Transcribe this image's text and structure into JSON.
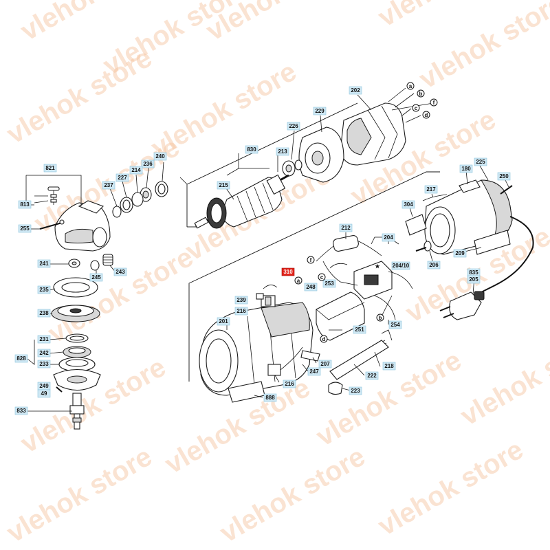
{
  "watermark_text": "vlehok store",
  "labels": {
    "l202": "202",
    "l229": "229",
    "l226": "226",
    "l830": "830",
    "l213": "213",
    "l215": "215",
    "l240": "240",
    "l236": "236",
    "l214": "214",
    "l227": "227",
    "l237": "237",
    "l821": "821",
    "l813": "813",
    "l255": "255",
    "l241": "241",
    "l245": "245",
    "l243": "243",
    "l235": "235",
    "l238": "238",
    "l231": "231",
    "l828": "828",
    "l242": "242",
    "l233": "233",
    "l249": "249",
    "l49": "49",
    "l833": "833",
    "l212": "212",
    "l310": "310",
    "l248": "248",
    "l239": "239",
    "l216a": "216",
    "l253": "253",
    "l204": "204",
    "l20410": "204/10",
    "l206": "206",
    "l201": "201",
    "l251": "251",
    "l254": "254",
    "l207": "207",
    "l247": "247",
    "l216b": "216",
    "l888": "888",
    "l218": "218",
    "l222": "222",
    "l223": "223",
    "l180": "180",
    "l225": "225",
    "l250": "250",
    "l217": "217",
    "l304": "304",
    "l209": "209",
    "l835": "835",
    "l205": "205"
  },
  "callouts": {
    "a": "a",
    "b": "b",
    "c": "c",
    "d": "d",
    "f": "f",
    "star": "★"
  }
}
